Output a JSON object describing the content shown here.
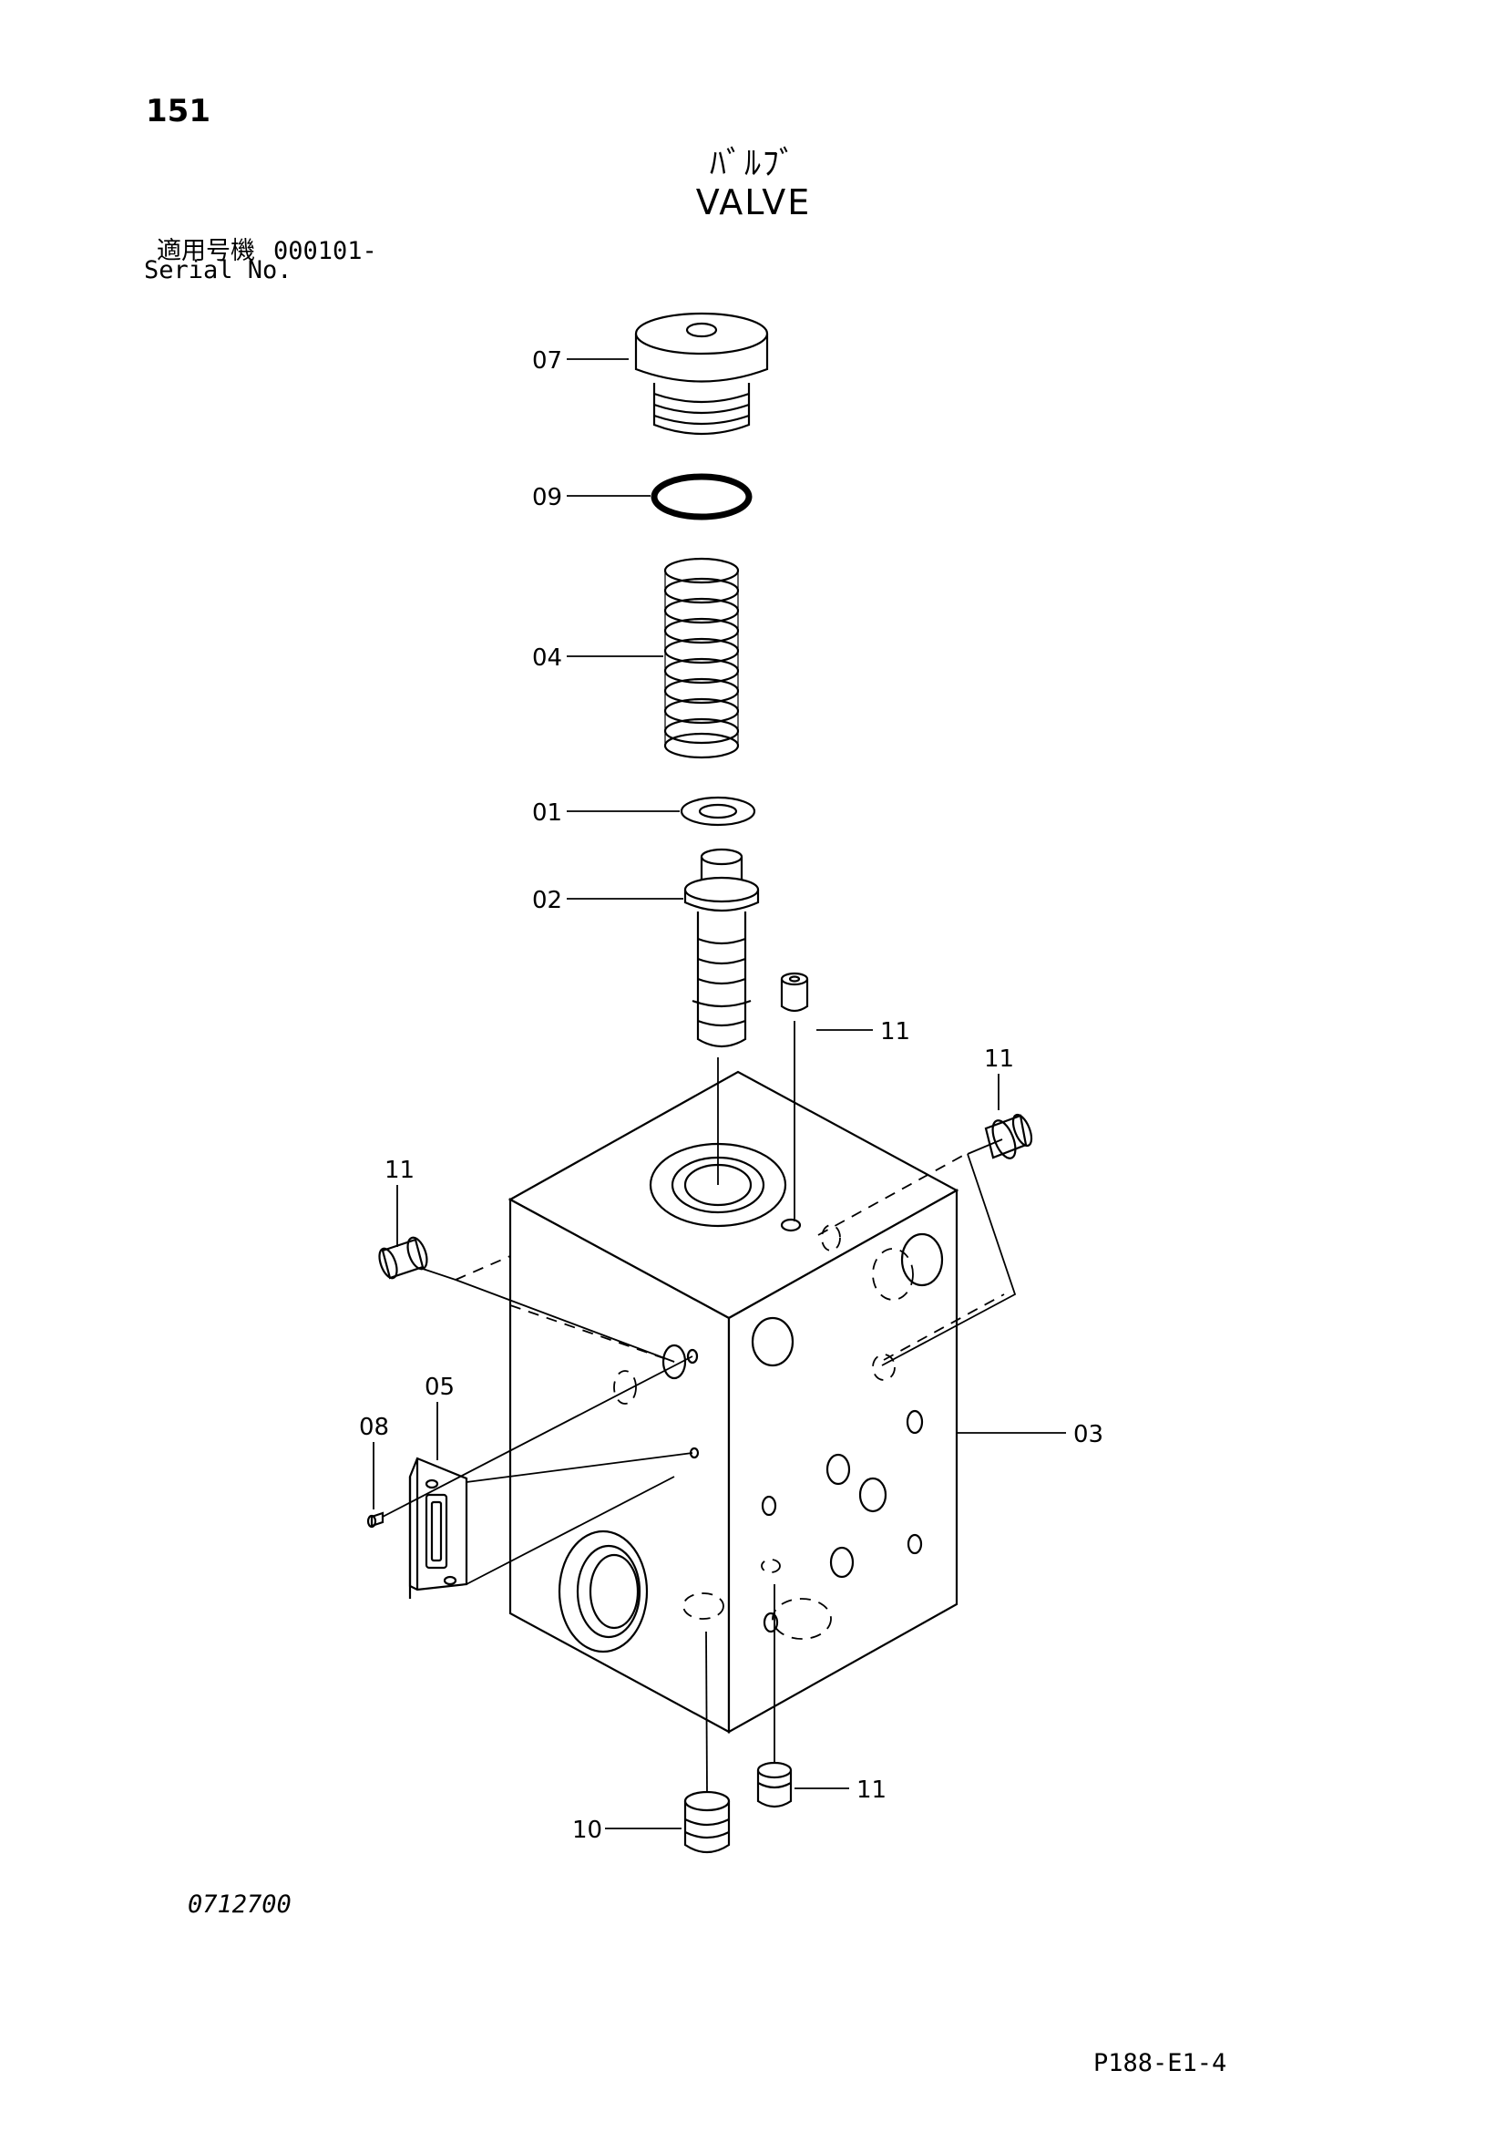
{
  "header": {
    "page_number": "151",
    "title_jp": "ﾊﾞﾙﾌﾞ",
    "title_en": "VALVE",
    "serial_label_jp": "適用号機",
    "serial_value": "000101-",
    "serial_label_en": "Serial No."
  },
  "callouts": {
    "c07": "07",
    "c09": "09",
    "c04": "04",
    "c01": "01",
    "c02": "02",
    "c11_top": "11",
    "c11_right": "11",
    "c11_left": "11",
    "c05": "05",
    "c08": "08",
    "c03": "03",
    "c10": "10",
    "c11_bottom": "11"
  },
  "footer": {
    "drawing_code": "0712700",
    "page_ref": "P188-E1-4"
  }
}
